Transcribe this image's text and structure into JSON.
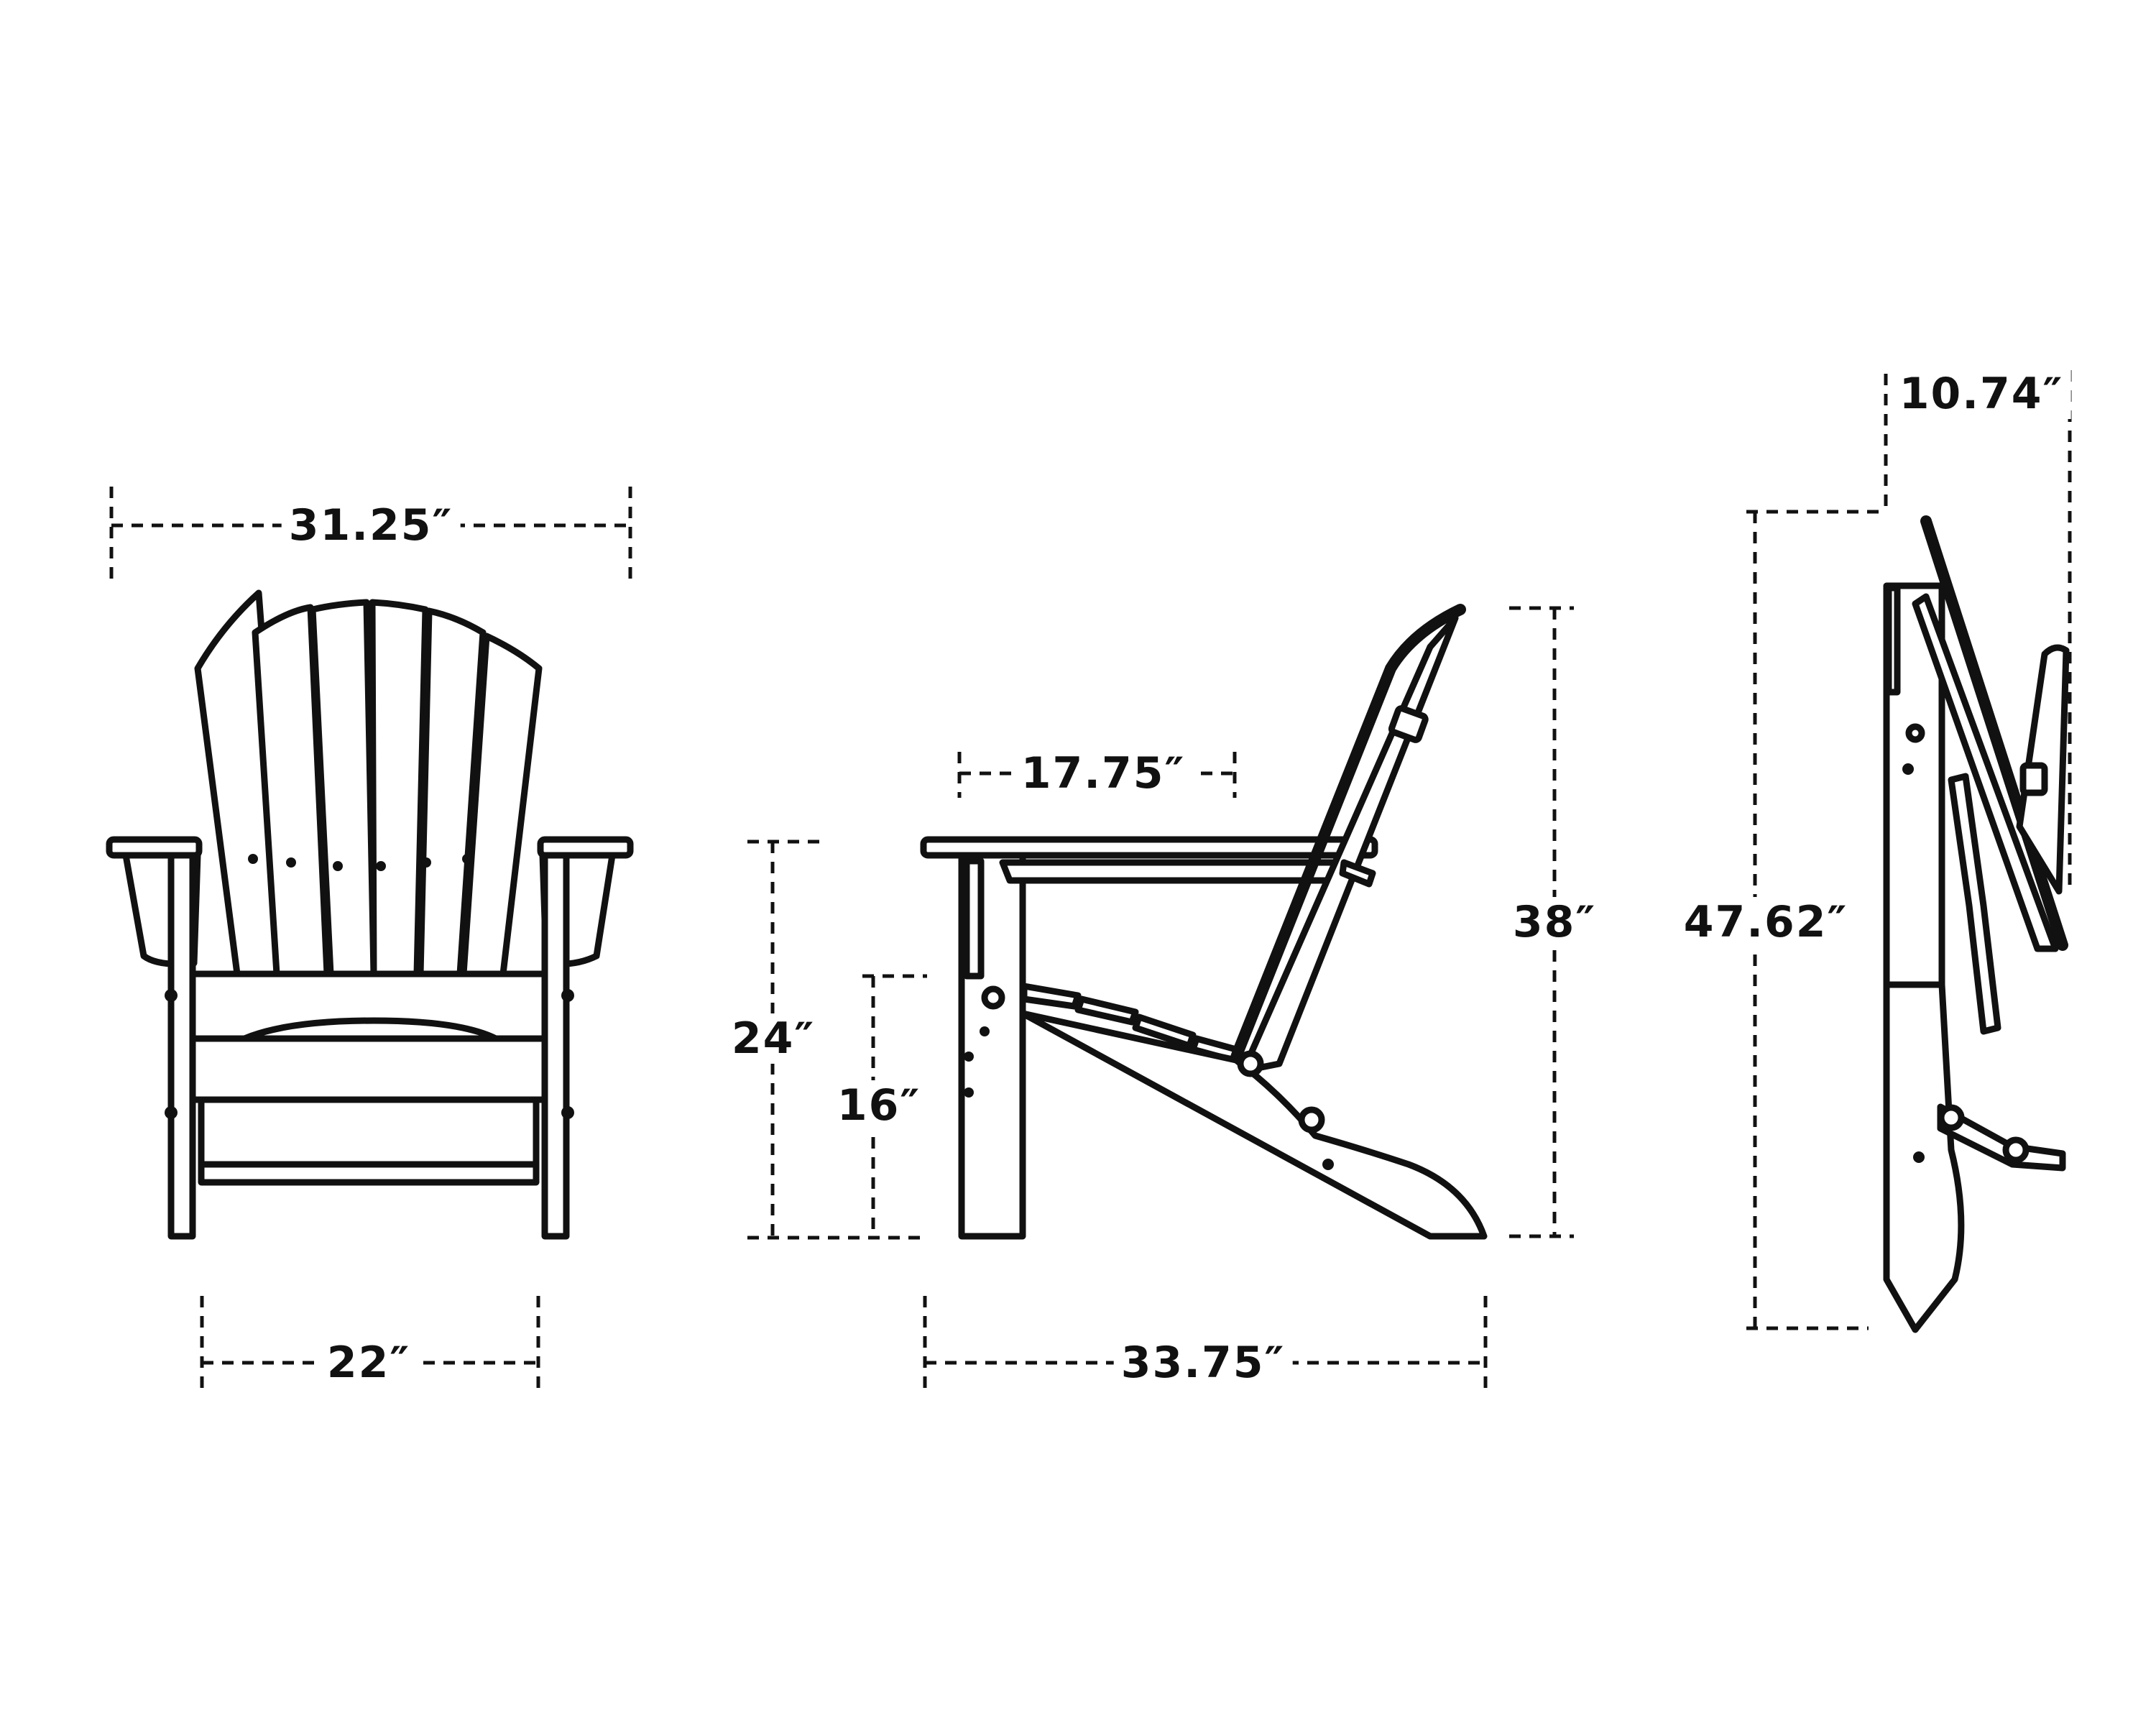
{
  "diagram": {
    "subject": "Adirondack chair dimensions",
    "background_color": "#ffffff",
    "line_color": "#111111",
    "views": [
      {
        "name": "front-view",
        "dimensions": {
          "overall_width": "31.25″",
          "seat_width": "22″"
        }
      },
      {
        "name": "side-view",
        "dimensions": {
          "seat_depth": "17.75″",
          "arm_height": "24″",
          "seat_height": "16″",
          "overall_height": "38″",
          "overall_depth": "33.75″"
        }
      },
      {
        "name": "folded-view",
        "dimensions": {
          "folded_height": "47.62″",
          "folded_depth": "10.74″"
        }
      }
    ]
  },
  "labels": {
    "front_width": "31.25″",
    "front_seat_width": "22″",
    "side_seat_depth": "17.75″",
    "side_arm_height": "24″",
    "side_seat_height": "16″",
    "side_height": "38″",
    "side_depth": "33.75″",
    "folded_height": "47.62″",
    "folded_depth": "10.74″"
  }
}
